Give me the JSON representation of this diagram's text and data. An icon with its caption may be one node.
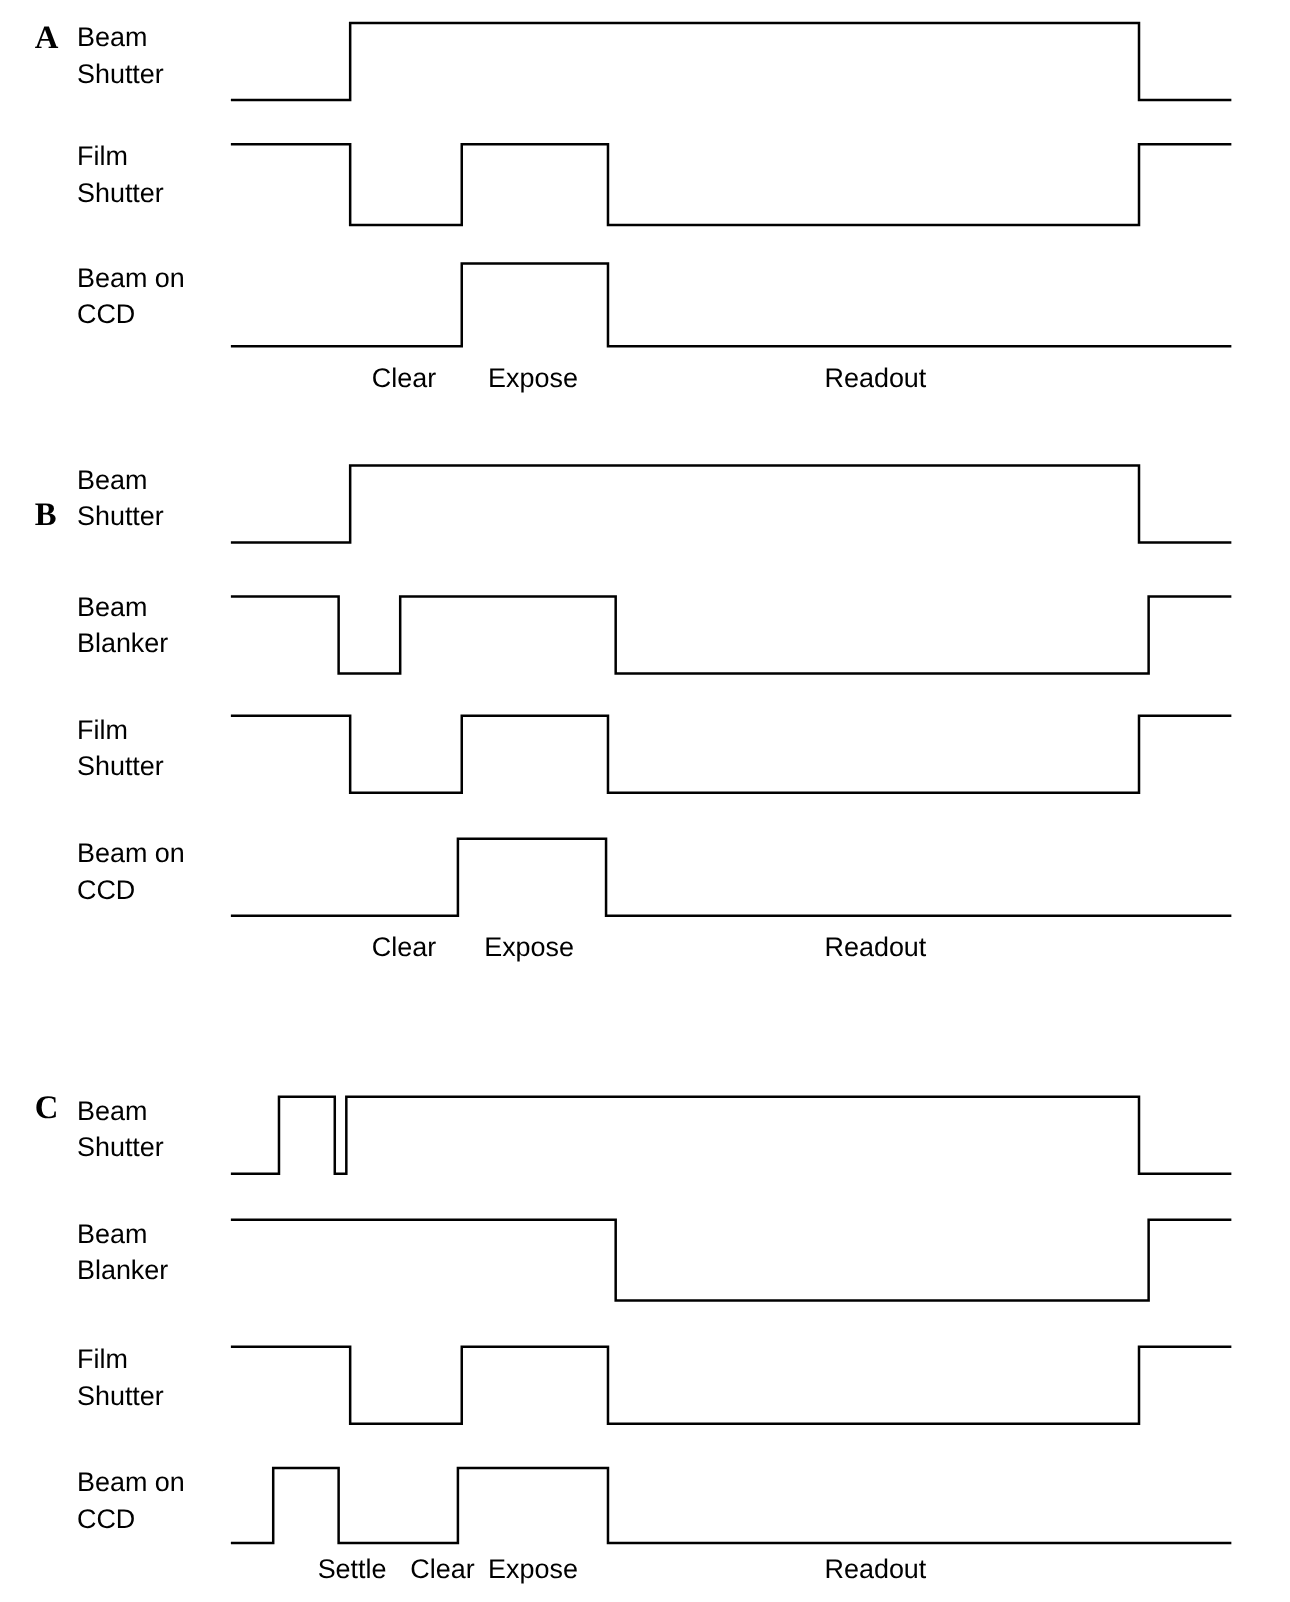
{
  "diagram": {
    "labels": [
      "A",
      "Beam Shutter",
      "Film Shutter",
      "Beam on CCD",
      "Clear",
      "Expose",
      "Readout",
      "B",
      "Beam Shutter",
      "Beam Blanker",
      "Film Shutter",
      "Beam on CCD",
      "Clear",
      "Expose",
      "Readout",
      "C",
      "Beam Shutter",
      "Beam Blanker",
      "Film Shutter",
      "Beam on CCD",
      "Settle",
      "Clear",
      "Expose",
      "Readout"
    ]
  }
}
